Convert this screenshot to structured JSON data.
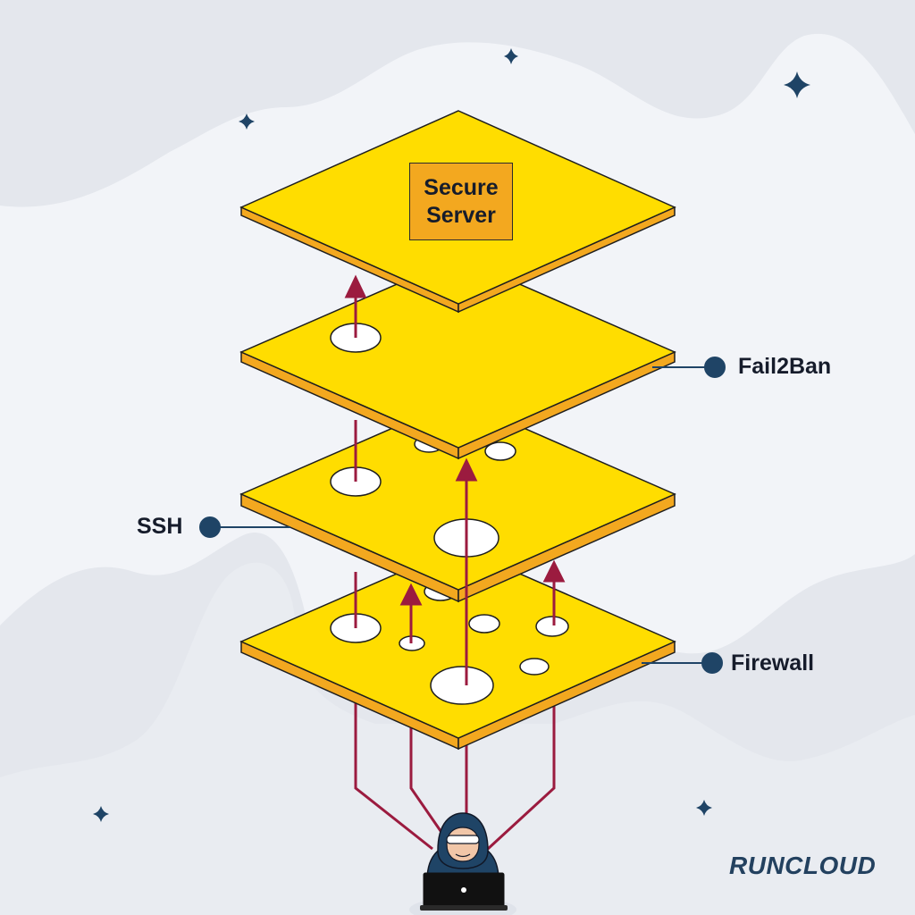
{
  "server": {
    "line1": "Secure",
    "line2": "Server"
  },
  "layers": {
    "ssh": "SSH",
    "fail2ban": "Fail2Ban",
    "firewall": "Firewall"
  },
  "brand": {
    "logo": "RUNCLOUD"
  },
  "colors": {
    "background": "#f2f4f8",
    "blob": "#e4e7ed",
    "plate_top": "#ffdd00",
    "plate_side": "#f3a81f",
    "arrow": "#9b1b3f",
    "dot": "#1f4466",
    "text": "#161c2b"
  },
  "icons": [
    "sparkle-icon",
    "hacker-icon",
    "laptop-icon"
  ]
}
